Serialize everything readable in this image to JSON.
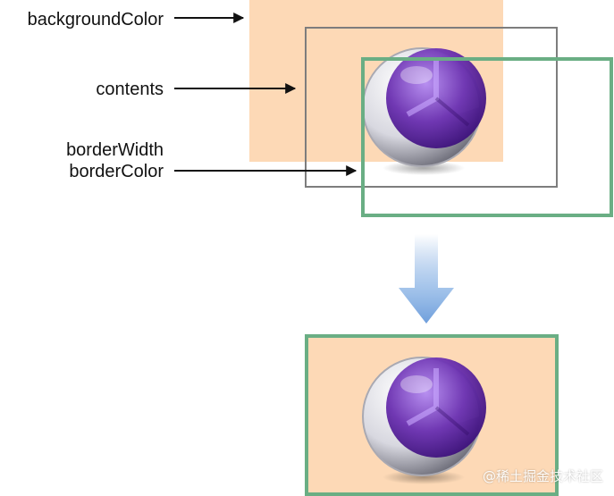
{
  "labels": {
    "background_color": "backgroundColor",
    "contents": "contents",
    "border_width": "borderWidth",
    "border_color": "borderColor"
  },
  "watermark": "@稀土掘金技术社区",
  "colors": {
    "background_fill": "#fdd9b6",
    "contents_outline": "#7d7d7d",
    "border_green": "#6aae84",
    "arrow_blue": "#6f9fdc",
    "sphere_purple": "#6a2fb0"
  },
  "icons": {
    "sphere": "purple-glass-sphere-icon",
    "down_arrow": "down-arrow-icon"
  }
}
